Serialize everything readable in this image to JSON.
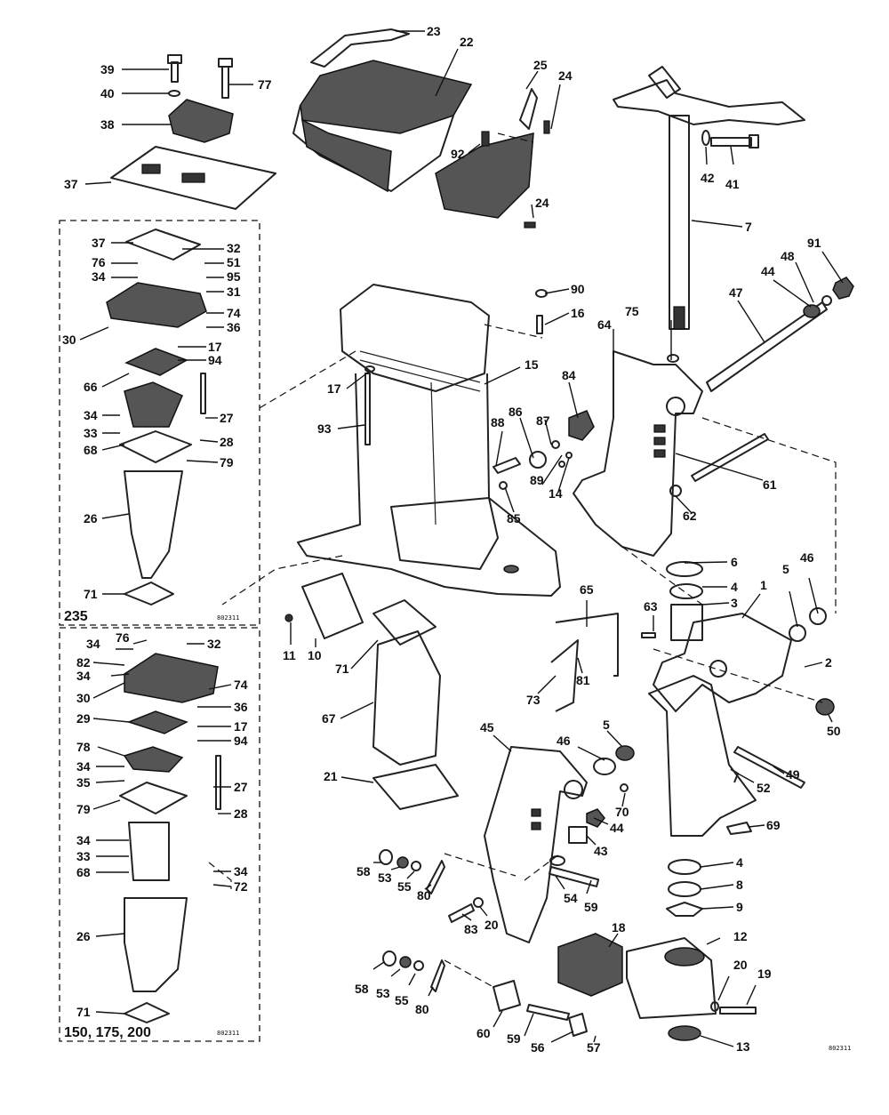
{
  "diagram": {
    "group_labels": [
      "235",
      "150, 175, 200"
    ],
    "drawing_code": "802311",
    "callouts": [
      {
        "id": "c23",
        "text": "23"
      },
      {
        "id": "c22",
        "text": "22"
      },
      {
        "id": "c25",
        "text": "25"
      },
      {
        "id": "c24a",
        "text": "24"
      },
      {
        "id": "c92",
        "text": "92"
      },
      {
        "id": "c24b",
        "text": "24"
      },
      {
        "id": "c39",
        "text": "39"
      },
      {
        "id": "c40",
        "text": "40"
      },
      {
        "id": "c77",
        "text": "77"
      },
      {
        "id": "c38",
        "text": "38"
      },
      {
        "id": "c37a",
        "text": "37"
      },
      {
        "id": "c42",
        "text": "42"
      },
      {
        "id": "c41",
        "text": "41"
      },
      {
        "id": "c7",
        "text": "7"
      },
      {
        "id": "c91",
        "text": "91"
      },
      {
        "id": "c48",
        "text": "48"
      },
      {
        "id": "c44a",
        "text": "44"
      },
      {
        "id": "c47",
        "text": "47"
      },
      {
        "id": "c90",
        "text": "90"
      },
      {
        "id": "c16",
        "text": "16"
      },
      {
        "id": "c75",
        "text": "75"
      },
      {
        "id": "c64",
        "text": "64"
      },
      {
        "id": "c15",
        "text": "15"
      },
      {
        "id": "c17a",
        "text": "17"
      },
      {
        "id": "c84",
        "text": "84"
      },
      {
        "id": "c93",
        "text": "93"
      },
      {
        "id": "c88",
        "text": "88"
      },
      {
        "id": "c86",
        "text": "86"
      },
      {
        "id": "c87",
        "text": "87"
      },
      {
        "id": "c89",
        "text": "89"
      },
      {
        "id": "c14",
        "text": "14"
      },
      {
        "id": "c61",
        "text": "61"
      },
      {
        "id": "c62",
        "text": "62"
      },
      {
        "id": "c85",
        "text": "85"
      },
      {
        "id": "c37b",
        "text": "37"
      },
      {
        "id": "c32a",
        "text": "32"
      },
      {
        "id": "c51",
        "text": "51"
      },
      {
        "id": "c76a",
        "text": "76"
      },
      {
        "id": "c95",
        "text": "95"
      },
      {
        "id": "c34a",
        "text": "34"
      },
      {
        "id": "c31",
        "text": "31"
      },
      {
        "id": "c74a",
        "text": "74"
      },
      {
        "id": "c36a",
        "text": "36"
      },
      {
        "id": "c30a",
        "text": "30"
      },
      {
        "id": "c17b",
        "text": "17"
      },
      {
        "id": "c94a",
        "text": "94"
      },
      {
        "id": "c66",
        "text": "66"
      },
      {
        "id": "c34b",
        "text": "34"
      },
      {
        "id": "c27a",
        "text": "27"
      },
      {
        "id": "c33a",
        "text": "33"
      },
      {
        "id": "c28a",
        "text": "28"
      },
      {
        "id": "c68a",
        "text": "68"
      },
      {
        "id": "c79a",
        "text": "79"
      },
      {
        "id": "c26a",
        "text": "26"
      },
      {
        "id": "c71a",
        "text": "71"
      },
      {
        "id": "c6",
        "text": "6"
      },
      {
        "id": "c46a",
        "text": "46"
      },
      {
        "id": "c4a",
        "text": "4"
      },
      {
        "id": "c5a",
        "text": "5"
      },
      {
        "id": "c3",
        "text": "3"
      },
      {
        "id": "c1",
        "text": "1"
      },
      {
        "id": "c65",
        "text": "65"
      },
      {
        "id": "c63",
        "text": "63"
      },
      {
        "id": "c2",
        "text": "2"
      },
      {
        "id": "c11",
        "text": "11"
      },
      {
        "id": "c10",
        "text": "10"
      },
      {
        "id": "c71b",
        "text": "71"
      },
      {
        "id": "c76b",
        "text": "76"
      },
      {
        "id": "c32b",
        "text": "32"
      },
      {
        "id": "c34c",
        "text": "34"
      },
      {
        "id": "c82",
        "text": "82"
      },
      {
        "id": "c34d",
        "text": "34"
      },
      {
        "id": "c30b",
        "text": "30"
      },
      {
        "id": "c74b",
        "text": "74"
      },
      {
        "id": "c36b",
        "text": "36"
      },
      {
        "id": "c29",
        "text": "29"
      },
      {
        "id": "c17c",
        "text": "17"
      },
      {
        "id": "c94b",
        "text": "94"
      },
      {
        "id": "c78",
        "text": "78"
      },
      {
        "id": "c34e",
        "text": "34"
      },
      {
        "id": "c35",
        "text": "35"
      },
      {
        "id": "c27b",
        "text": "27"
      },
      {
        "id": "c79b",
        "text": "79"
      },
      {
        "id": "c28b",
        "text": "28"
      },
      {
        "id": "c34f",
        "text": "34"
      },
      {
        "id": "c33b",
        "text": "33"
      },
      {
        "id": "c68b",
        "text": "68"
      },
      {
        "id": "c34g",
        "text": "34"
      },
      {
        "id": "c72",
        "text": "72"
      },
      {
        "id": "c26b",
        "text": "26"
      },
      {
        "id": "c71c",
        "text": "71"
      },
      {
        "id": "c67",
        "text": "67"
      },
      {
        "id": "c73",
        "text": "73"
      },
      {
        "id": "c81",
        "text": "81"
      },
      {
        "id": "c45",
        "text": "45"
      },
      {
        "id": "c21",
        "text": "21"
      },
      {
        "id": "c46b",
        "text": "46"
      },
      {
        "id": "c5b",
        "text": "5"
      },
      {
        "id": "c50",
        "text": "50"
      },
      {
        "id": "c49",
        "text": "49"
      },
      {
        "id": "c52",
        "text": "52"
      },
      {
        "id": "c70",
        "text": "70"
      },
      {
        "id": "c44b",
        "text": "44"
      },
      {
        "id": "c69",
        "text": "69"
      },
      {
        "id": "c43",
        "text": "43"
      },
      {
        "id": "c4b",
        "text": "4"
      },
      {
        "id": "c8",
        "text": "8"
      },
      {
        "id": "c9",
        "text": "9"
      },
      {
        "id": "c58a",
        "text": "58"
      },
      {
        "id": "c53a",
        "text": "53"
      },
      {
        "id": "c55a",
        "text": "55"
      },
      {
        "id": "c80a",
        "text": "80"
      },
      {
        "id": "c54",
        "text": "54"
      },
      {
        "id": "c59a",
        "text": "59"
      },
      {
        "id": "c83",
        "text": "83"
      },
      {
        "id": "c20a",
        "text": "20"
      },
      {
        "id": "c18",
        "text": "18"
      },
      {
        "id": "c12",
        "text": "12"
      },
      {
        "id": "c20b",
        "text": "20"
      },
      {
        "id": "c19",
        "text": "19"
      },
      {
        "id": "c58b",
        "text": "58"
      },
      {
        "id": "c53b",
        "text": "53"
      },
      {
        "id": "c55b",
        "text": "55"
      },
      {
        "id": "c80b",
        "text": "80"
      },
      {
        "id": "c60",
        "text": "60"
      },
      {
        "id": "c59b",
        "text": "59"
      },
      {
        "id": "c56",
        "text": "56"
      },
      {
        "id": "c57",
        "text": "57"
      },
      {
        "id": "c13",
        "text": "13"
      }
    ]
  }
}
